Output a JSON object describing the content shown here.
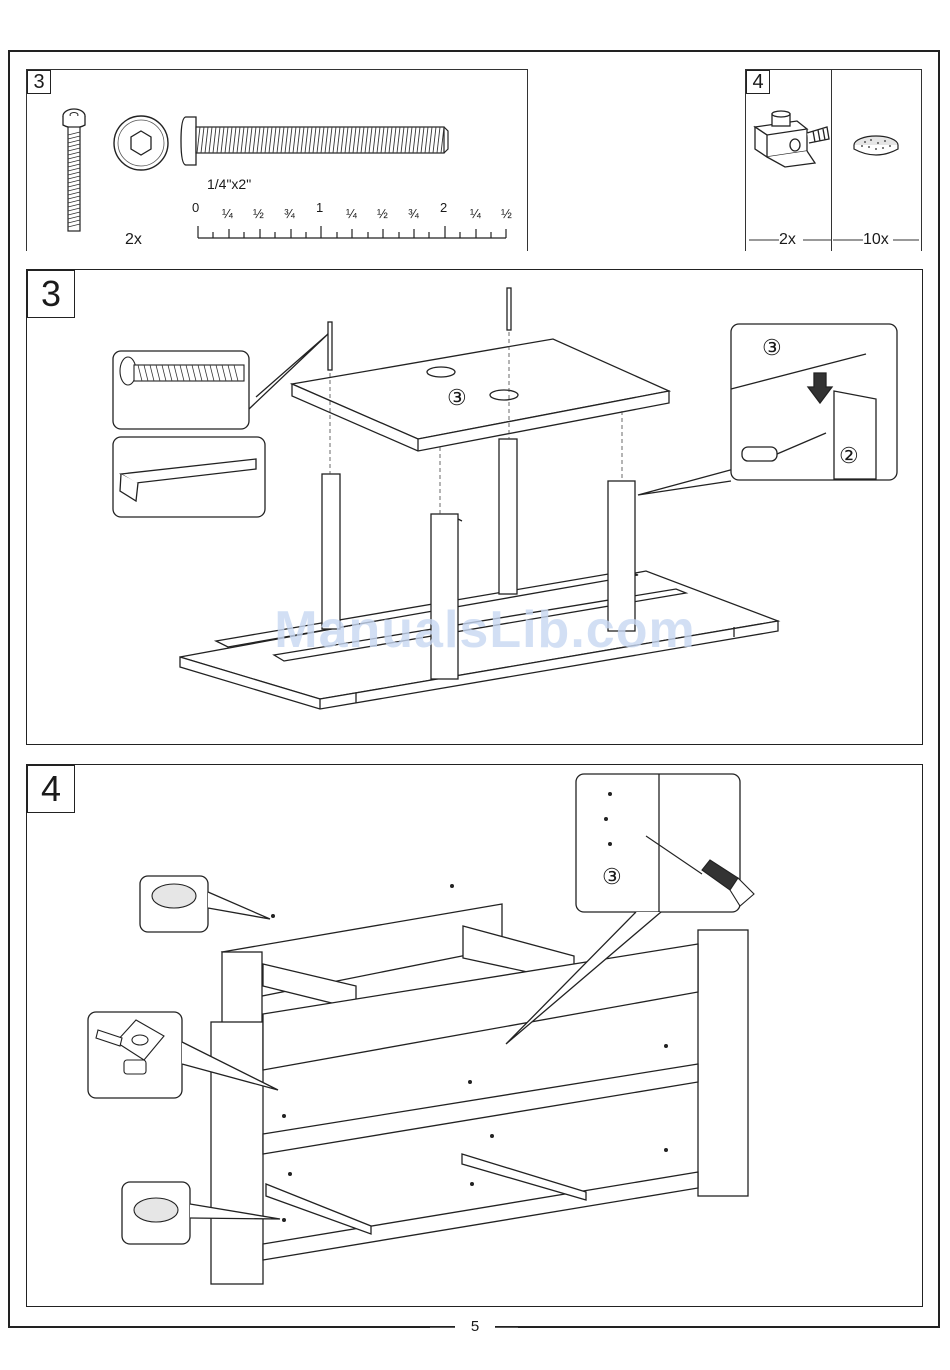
{
  "parts_left": {
    "step": "3",
    "quantity": "2x",
    "size": "1/4\"x2\"",
    "ruler_ticks": [
      "0",
      "¼",
      "½",
      "¾",
      "1",
      "¼",
      "½",
      "¾",
      "2",
      "¼",
      "½"
    ]
  },
  "parts_right": {
    "step": "4",
    "qty_clip": "2x",
    "qty_pad": "10x"
  },
  "step3": {
    "number": "3",
    "ref_a": "③",
    "detail_ref_top": "③",
    "detail_ref_bottom": "②"
  },
  "step4": {
    "number": "4",
    "detail_ref": "③"
  },
  "watermark": "ManualsLib.com",
  "page_number": "5"
}
